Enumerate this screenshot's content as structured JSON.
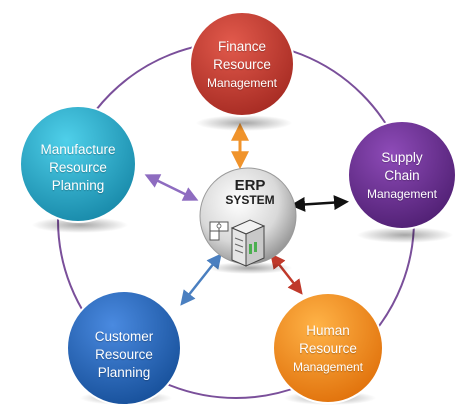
{
  "center": {
    "line1": "ERP",
    "line2": "SYSTEM"
  },
  "nodes": {
    "finance": {
      "lines": [
        "Finance",
        "Resource",
        "Management"
      ],
      "color": "#c0392b",
      "arrow_color": "#f0932b"
    },
    "supply": {
      "lines": [
        "Supply",
        "Chain",
        "Management"
      ],
      "color": "#6a2c91",
      "arrow_color": "#111111"
    },
    "human": {
      "lines": [
        "Human",
        "Resource",
        "Management"
      ],
      "color": "#f08a0a",
      "arrow_color": "#c0392b"
    },
    "customer": {
      "lines": [
        "Customer",
        "Resource",
        "Planning"
      ],
      "color": "#1f63b5",
      "arrow_color": "#4a7fc0"
    },
    "manufacture": {
      "lines": [
        "Manufacture",
        "Resource",
        "Planning"
      ],
      "color": "#1fa3c4",
      "arrow_color": "#8e6cc0"
    }
  },
  "ring_color": "#7a4f9a"
}
